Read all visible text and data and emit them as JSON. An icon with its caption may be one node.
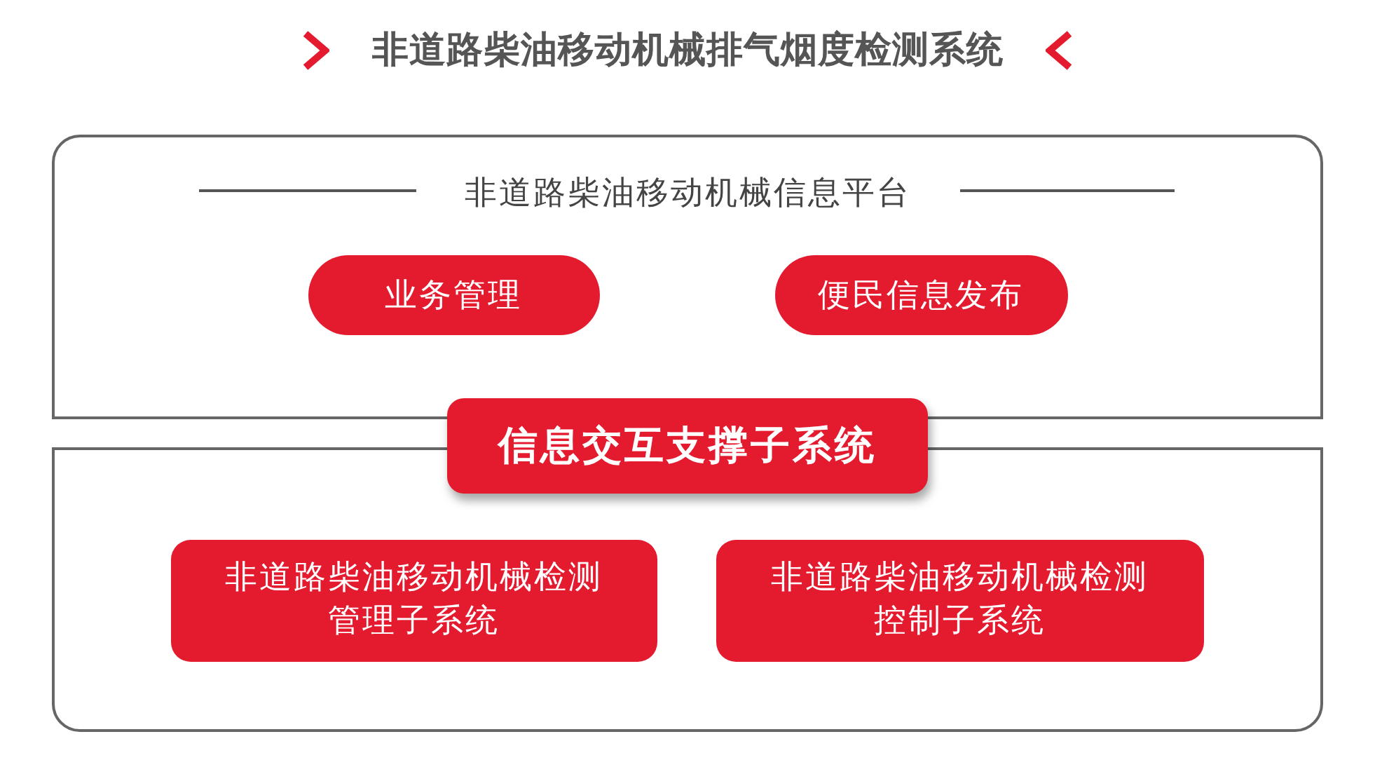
{
  "diagram": {
    "title": "非道路柴油移动机械排气烟度检测系统",
    "nodes": [
      {
        "text": [
          "非道路柴油移动机械信息平台"
        ]
      },
      {
        "text": [
          "业务管理"
        ],
        "in": 0
      },
      {
        "text": [
          "便民信息发布"
        ],
        "in": 0
      },
      {
        "text": [
          "信息交互支撑子系统"
        ]
      },
      {
        "text": [],
        "shape": "box"
      },
      {
        "text": [
          "非道路柴油移动机械检测管理子系统"
        ],
        "in": 4
      },
      {
        "text": [
          "非道路柴油移动机械检测控制子系统"
        ],
        "in": 4
      }
    ]
  }
}
